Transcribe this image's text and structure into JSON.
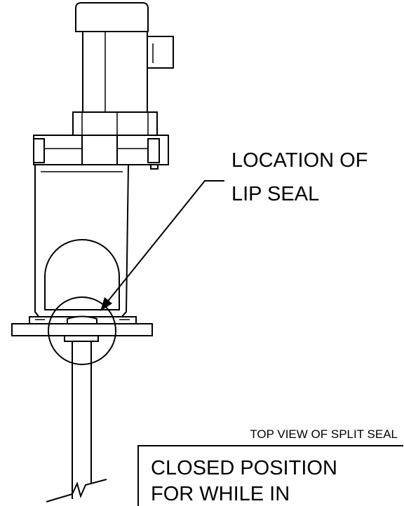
{
  "callout": {
    "line1": "LOCATION OF",
    "line2": "LIP SEAL"
  },
  "top_view": {
    "caption": "TOP VIEW OF SPLIT SEAL",
    "box_line1": "CLOSED POSITION",
    "box_line2": "FOR WHILE IN"
  },
  "colors": {
    "line": "#000000",
    "background": "#ffffff"
  }
}
